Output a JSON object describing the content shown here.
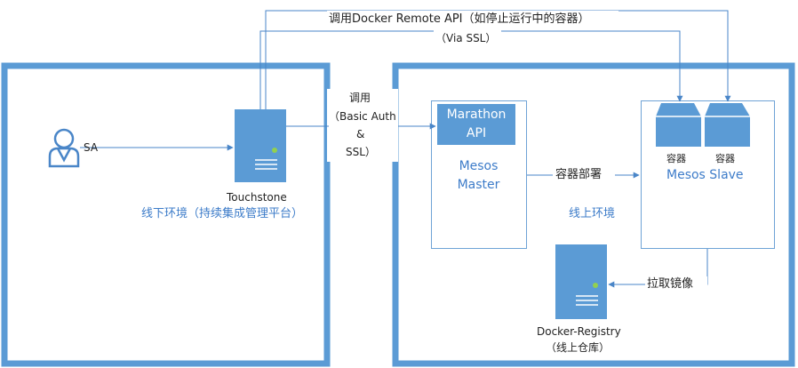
{
  "top_call": {
    "line1": "调用Docker Remote API（如停止运行中的容器）",
    "line2": "（Via SSL）"
  },
  "offline_env": {
    "user_label": "SA",
    "server_name": "Touchstone",
    "zone_label": "线下环境（持续集成管理平台）"
  },
  "middle_call": {
    "line1": "调用",
    "line2": "（Basic Auth",
    "line3": "&",
    "line4": "SSL）"
  },
  "online_env": {
    "marathon_line1": "Marathon",
    "marathon_line2": "API",
    "master_line1": "Mesos",
    "master_line2": "Master",
    "deploy_label": "容器部署",
    "zone_label": "线上环境",
    "container1_label": "容器",
    "container2_label": "容器",
    "slave_label": "Mesos Slave",
    "pull_label": "拉取镜像",
    "registry_line1": "Docker-Registry",
    "registry_line2": "（线上仓库）"
  },
  "colors": {
    "frame": "#5b9bd5",
    "server_fill": "#5b9bd5",
    "connector": "#4a86c8",
    "thin_border": "#6fa3d6",
    "label_blue": "#3d7cc9",
    "status_dot": "#92d050"
  }
}
